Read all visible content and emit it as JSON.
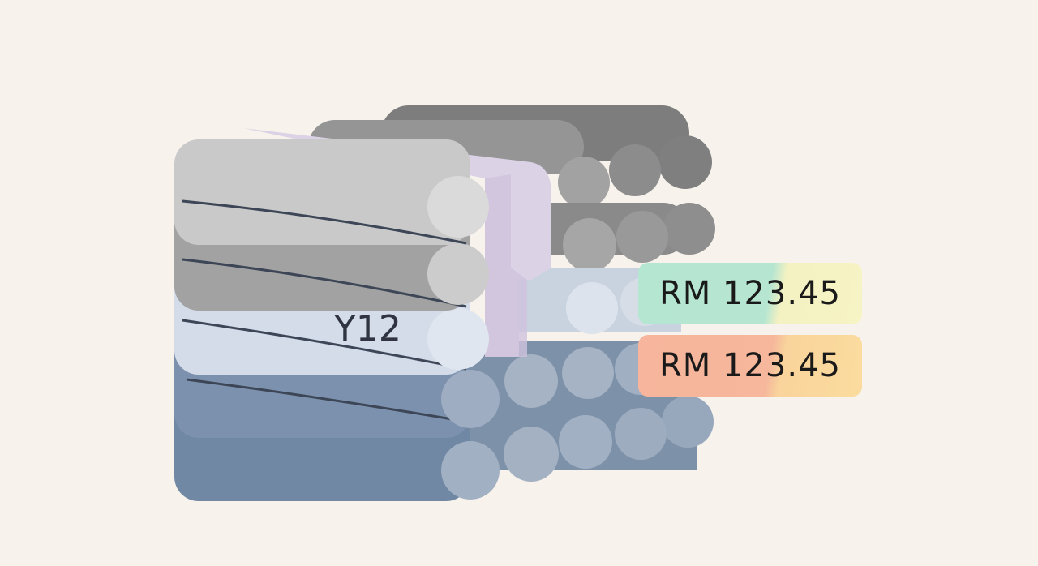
{
  "illustration": {
    "bar_label": "Y12",
    "prices": [
      {
        "label": "RM 123.45",
        "color_start": "#b5e6d2",
        "color_end": "#f6f3c4"
      },
      {
        "label": "RM 123.45",
        "color_start": "#f6b59c",
        "color_end": "#fbdc9e"
      }
    ],
    "colors": {
      "background": "#f7f3ec",
      "light_gray": "#c9c9c9",
      "mid_gray": "#a2a2a2",
      "dark_gray": "#8a8a8a",
      "light_blue": "#d3dce8",
      "steel_blue": "#7c92ad",
      "lavender": "#dcd2e6"
    }
  }
}
